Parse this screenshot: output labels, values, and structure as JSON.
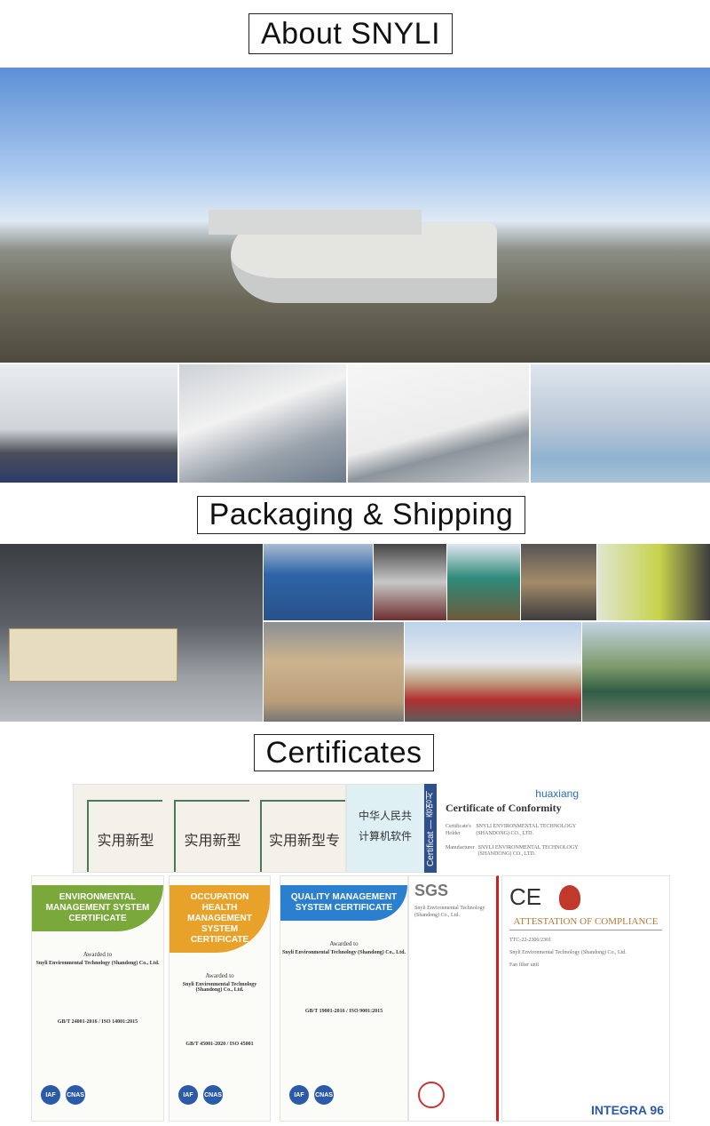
{
  "sections": {
    "about": "About SNYLI",
    "packaging": "Packaging & Shipping",
    "certificates": "Certificates"
  },
  "certificates": {
    "patent_title": "实用新型",
    "patent_title_3": "实用新型专",
    "software_line1": "中华人民共",
    "software_line2": "计算机软件",
    "korean_tab": "Certificat — 증명서",
    "coc_brand": "huaxiang",
    "coc_title": "Certificate of Conformity",
    "coc_holder_label": "Certificate's Holder",
    "coc_holder": "SNYLI ENVIRONMENTAL TECHNOLOGY (SHANDONG) CO., LTD.",
    "coc_manufacturer_label": "Manufacturer",
    "env_title": "ENVIRONMENTAL MANAGEMENT SYSTEM CERTIFICATE",
    "env_standard": "GB/T 24001-2016 / ISO 14001:2015",
    "ohs_title": "OCCUPATION HEALTH MANAGEMENT SYSTEM CERTIFICATE",
    "ohs_standard": "GB/T 45001-2020 / ISO 45001",
    "qms_title": "QUALITY MANAGEMENT SYSTEM CERTIFICATE",
    "qms_standard": "GB/T 19001-2016 / ISO 9001:2015",
    "awarded_to": "Awarded to",
    "company": "Snyli Environmental Technology (Shandong) Co., Ltd.",
    "logos": [
      "IAF",
      "CNAS"
    ],
    "sgs_brand": "SGS",
    "ce_mark": "CE",
    "ce_title": "ATTESTATION OF COMPLIANCE",
    "ce_reference": "TTC-22-2306/2301",
    "ce_product": "Fan filter unit",
    "ce_footer": "INTEGRA 96"
  },
  "colors": {
    "env": "#7aa83a",
    "ohs": "#e8a22a",
    "qms": "#2a7fcf",
    "ce_red": "#c0392b"
  }
}
